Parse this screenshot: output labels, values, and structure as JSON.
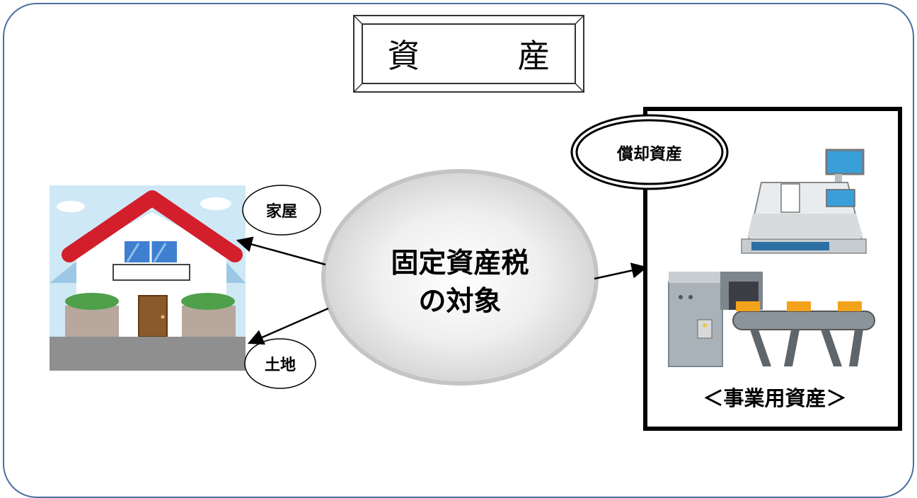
{
  "title": "資　産",
  "center": {
    "line1": "固定資産税",
    "line2": "の対象"
  },
  "labels": {
    "house": "家屋",
    "land": "土地",
    "depreciable": "償却資産",
    "business": "＜事業用資産＞"
  },
  "colors": {
    "frame": "#4a6fa0",
    "roof": "#d21f2b",
    "sky": "#cfe8f6",
    "oval_fill": "#e2e2e2",
    "oval_border": "#c4c4c4"
  },
  "icons": [
    "house-illustration",
    "cash-register-illustration",
    "conveyor-machine-illustration"
  ]
}
